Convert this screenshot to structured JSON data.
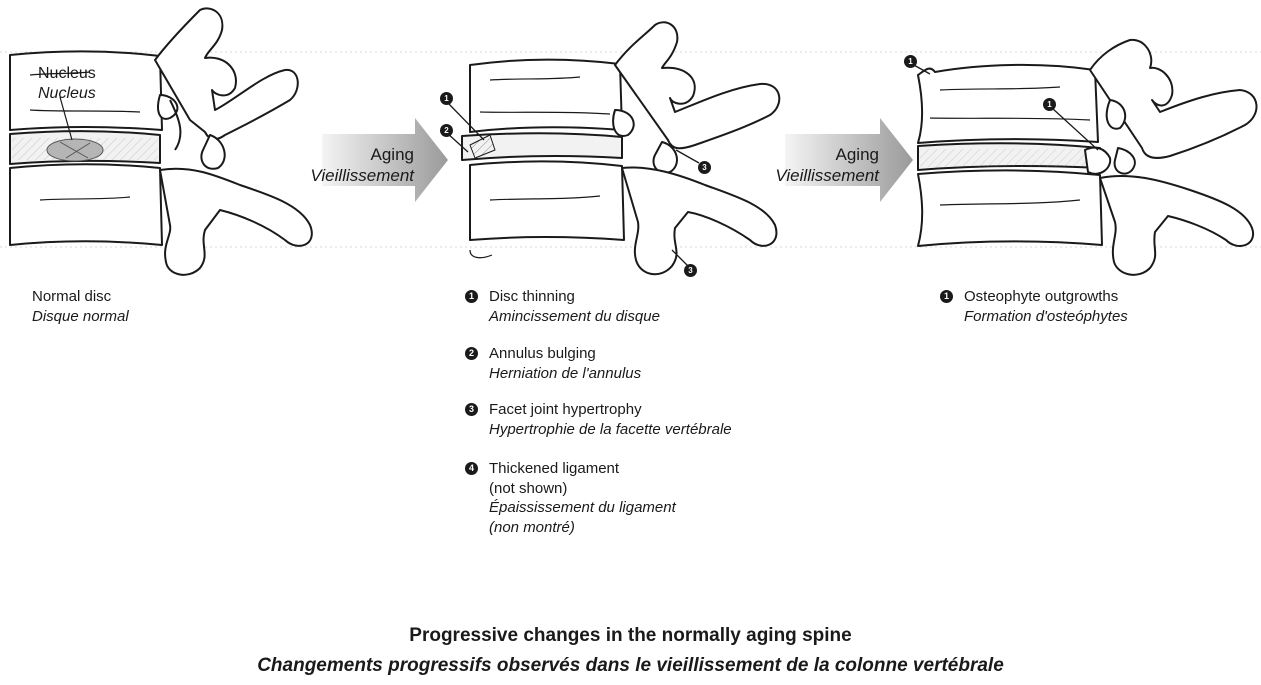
{
  "panels": {
    "normal": {
      "nucleus_label_en": "Nucleus",
      "nucleus_label_fr": "Nucleus",
      "caption_en": "Normal disc",
      "caption_fr": "Disque normal"
    },
    "arrows": [
      {
        "label_en": "Aging",
        "label_fr": "Vieillissement"
      },
      {
        "label_en": "Aging",
        "label_fr": "Vieillissement"
      }
    ],
    "aging_legend": [
      {
        "number": "1",
        "en": "Disc thinning",
        "fr": "Amincissement du disque"
      },
      {
        "number": "2",
        "en": "Annulus bulging",
        "fr": "Herniation de l'annulus"
      },
      {
        "number": "3",
        "en": "Facet joint hypertrophy",
        "fr": "Hypertrophie de la facette vertébrale"
      },
      {
        "number": "4",
        "en": "Thickened ligament",
        "en2": "(not shown)",
        "fr": "Épaississement du ligament",
        "fr2": "(non montré)"
      }
    ],
    "osteophyte_legend": {
      "number": "1",
      "en": "Osteophyte outgrowths",
      "fr": "Formation d'osteóphytes"
    },
    "markers_mid": [
      "1",
      "2",
      "3",
      "3"
    ],
    "markers_right": [
      "1",
      "1"
    ]
  },
  "title": {
    "en": "Progressive changes in the normally aging spine",
    "fr": "Changements progressifs observés dans le vieillissement de la colonne vertébrale"
  },
  "colors": {
    "ink": "#1a1a1a",
    "arrow_start": "#f2f2f2",
    "arrow_end": "#9a9a9a",
    "guide_line": "#d8d8d8"
  }
}
